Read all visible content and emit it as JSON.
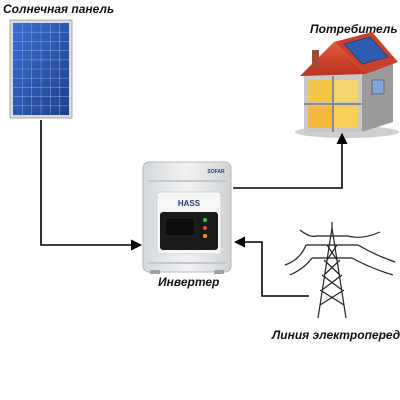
{
  "labels": {
    "solar_panel": "Солнечная панель",
    "consumer": "Потребитель",
    "inverter": "Инвертер",
    "power_line": "Линия электропередач"
  },
  "inverter_device": {
    "brand": "HASS",
    "corner_logo": "SOFAR"
  },
  "colors": {
    "panel_cell": "#2f5bb0",
    "panel_frame": "#d9d9d9",
    "roof": "#d8462f",
    "house_wall": "#c9c9c9",
    "inverter_body": "#e6e8ea",
    "inverter_screen": "#1a1a1a",
    "arrow": "#000000"
  }
}
